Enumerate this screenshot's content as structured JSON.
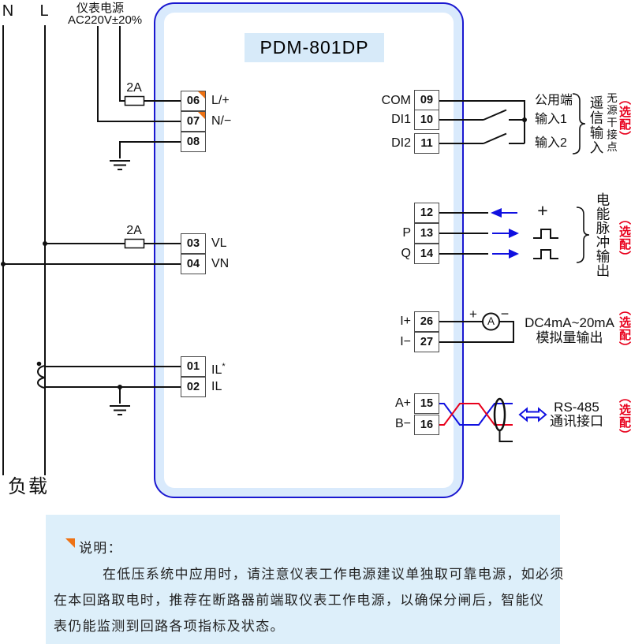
{
  "title": "PDM-801DP",
  "left_rail": {
    "n": "N",
    "l": "L",
    "supply1": "仪表电源",
    "supply2": "AC220V±20%",
    "fuse_top": "2A",
    "fuse_mid": "2A",
    "load": "负载"
  },
  "terminals": {
    "t06": {
      "no": "06",
      "label": "L/+"
    },
    "t07": {
      "no": "07",
      "label": "N/−"
    },
    "t08": {
      "no": "08",
      "label": ""
    },
    "t03": {
      "no": "03",
      "label": "VL"
    },
    "t04": {
      "no": "04",
      "label": "VN"
    },
    "t01": {
      "no": "01",
      "label": "IL",
      "sup": "*"
    },
    "t02": {
      "no": "02",
      "label": "IL"
    },
    "t09": {
      "no": "09",
      "label": "COM"
    },
    "t10": {
      "no": "10",
      "label": "DI1"
    },
    "t11": {
      "no": "11",
      "label": "DI2"
    },
    "t12": {
      "no": "12",
      "label": ""
    },
    "t13": {
      "no": "13",
      "label": "P"
    },
    "t14": {
      "no": "14",
      "label": "Q"
    },
    "t26": {
      "no": "26",
      "label": "I+"
    },
    "t27": {
      "no": "27",
      "label": "I−"
    },
    "t15": {
      "no": "15",
      "label": "A+"
    },
    "t16": {
      "no": "16",
      "label": "B−"
    }
  },
  "di_section": {
    "common": "公用端",
    "input1": "输入1",
    "input2": "输入2",
    "group_main": "遥信输入",
    "group_sub": "无源干接点",
    "optional": "（选配）"
  },
  "pulse_section": {
    "plus": "+",
    "group": "电能脉冲输出",
    "optional": "（选配）"
  },
  "analog_section": {
    "plus": "+",
    "minus": "−",
    "ammeter": "A",
    "range": "DC4mA~20mA",
    "name": "模拟量输出",
    "optional": "（选配）"
  },
  "rs485_section": {
    "name": "RS-485",
    "port": "通讯接口",
    "optional": "（选配）"
  },
  "note": {
    "title": "说明：",
    "line1": "在低压系统中应用时，请注意仪表工作电源建议单独取可靠电源，如必须",
    "line2": "在本回路取电时，推荐在断路器前端取仪表工作电源，以确保分闸后，智能仪",
    "line3": "表仍能监测到回路各项指标及状态。"
  },
  "colors": {
    "device_border": "#1a18d0",
    "device_band": "#d9eafc",
    "title_bg": "#d7eaf9",
    "note_bg": "#ddeffa",
    "accent_orange": "#ee7214",
    "optional_red": "#e8001c",
    "wire_blue": "#1010e0",
    "wire_red": "#e8001c",
    "wire_black": "#111111"
  }
}
